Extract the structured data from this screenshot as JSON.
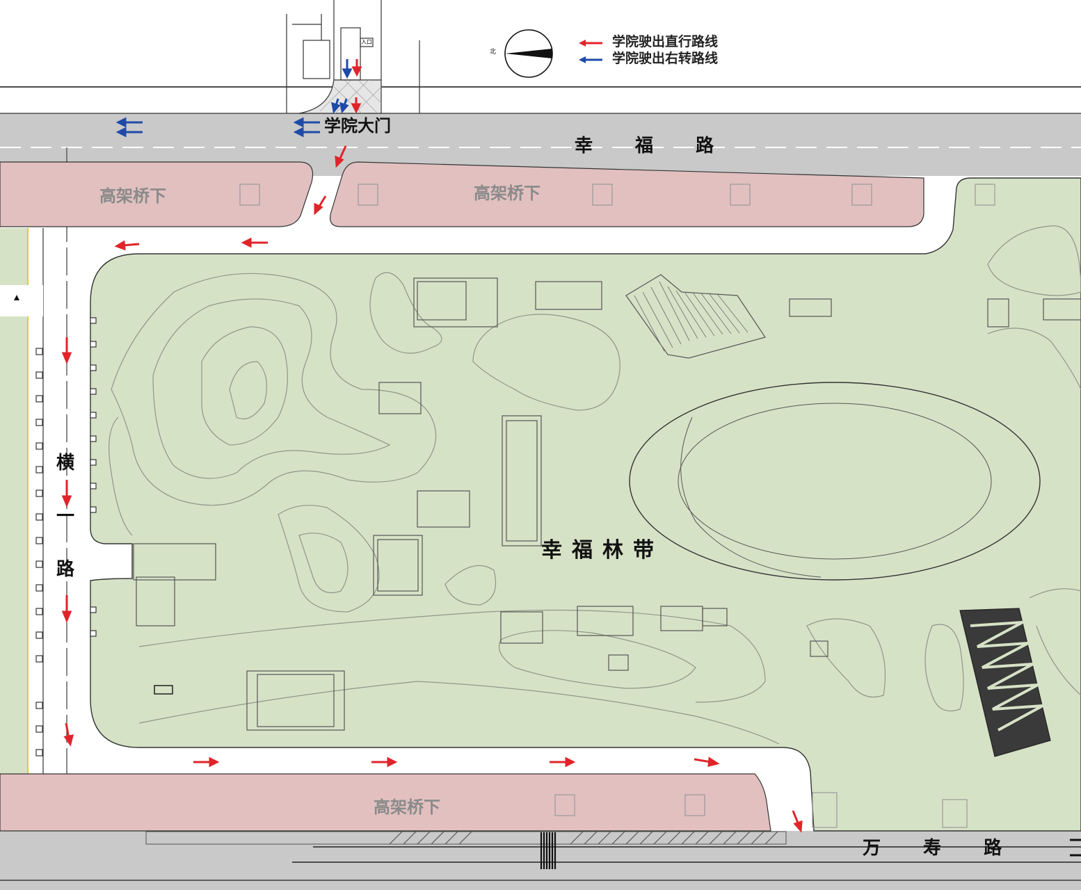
{
  "legend": {
    "straight_route": {
      "label": "学院驶出直行路线",
      "color": "#e0242a"
    },
    "right_turn_route": {
      "label": "学院驶出右转路线",
      "color": "#1f4aa8"
    }
  },
  "compass": {
    "north_glyph": "北"
  },
  "roads": {
    "north": "幸 福 路",
    "south": "万 寿 路",
    "west_chars": [
      "横",
      "一",
      "路"
    ]
  },
  "places": {
    "gate": "学院大门",
    "forest": "幸福林带",
    "gate_sign": "入口"
  },
  "viaduct_bands": {
    "north_left": "高架桥下",
    "north_right": "高架桥下",
    "south": "高架桥下"
  },
  "colors": {
    "viaduct": "#e2c0c0",
    "park": "#d6e2c6",
    "road": "#c9c9c9",
    "line": "#8f9688"
  }
}
